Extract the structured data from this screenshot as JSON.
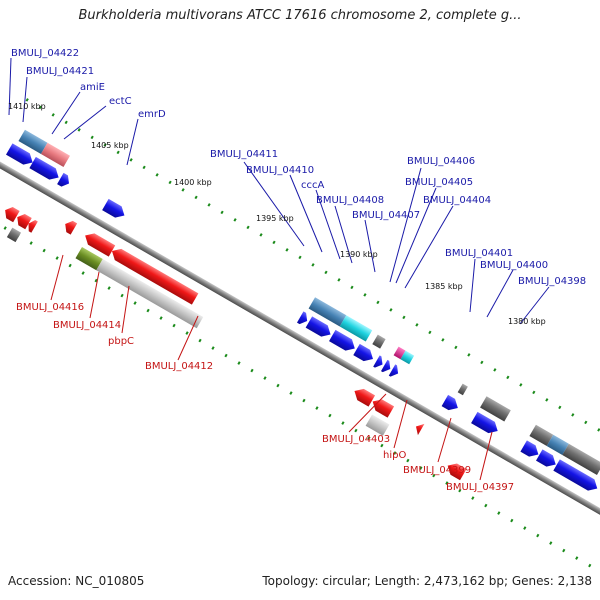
{
  "title": "Burkholderia multivorans ATCC 17616 chromosome 2, complete g...",
  "footer": {
    "accession": "Accession: NC_010805",
    "summary": "Topology: circular; Length: 2,473,162 bp; Genes: 2,138"
  },
  "colors": {
    "forward_cds": "#1010e0",
    "reverse_cds": "#e41a1a",
    "forward_label": "#1a1aa8",
    "reverse_label": "#c41414",
    "backbone": "#808080",
    "tick": "#1a8a1a",
    "rna_steel": "#4682b4",
    "rna_pink": "#e87a80",
    "rna_cyan": "#1fd3e0",
    "rna_magenta": "#e0208c",
    "grey_feature": "#6e6e6e",
    "olive_feature": "#6b8e23",
    "light_grey_feature": "#bcbcbc"
  },
  "scale_labels": [
    {
      "id": "1410",
      "text": "1410 kbp"
    },
    {
      "id": "1405",
      "text": "1405 kbp"
    },
    {
      "id": "1400",
      "text": "1400 kbp"
    },
    {
      "id": "1395",
      "text": "1395 kbp"
    },
    {
      "id": "1390",
      "text": "1390 kbp"
    },
    {
      "id": "1385",
      "text": "1385 kbp"
    },
    {
      "id": "1380",
      "text": "1380 kbp"
    }
  ],
  "forward_labels": [
    {
      "id": "04422",
      "text": "BMULJ_04422"
    },
    {
      "id": "04421",
      "text": "BMULJ_04421"
    },
    {
      "id": "amiE",
      "text": "amiE"
    },
    {
      "id": "ectC",
      "text": "ectC"
    },
    {
      "id": "emrD",
      "text": "emrD"
    },
    {
      "id": "04411",
      "text": "BMULJ_04411"
    },
    {
      "id": "04410",
      "text": "BMULJ_04410"
    },
    {
      "id": "cccA",
      "text": "cccA"
    },
    {
      "id": "04408",
      "text": "BMULJ_04408"
    },
    {
      "id": "04407",
      "text": "BMULJ_04407"
    },
    {
      "id": "04406",
      "text": "BMULJ_04406"
    },
    {
      "id": "04405",
      "text": "BMULJ_04405"
    },
    {
      "id": "04404",
      "text": "BMULJ_04404"
    },
    {
      "id": "04401",
      "text": "BMULJ_04401"
    },
    {
      "id": "04400",
      "text": "BMULJ_04400"
    },
    {
      "id": "04398",
      "text": "BMULJ_04398"
    }
  ],
  "reverse_labels": [
    {
      "id": "04416",
      "text": "BMULJ_04416"
    },
    {
      "id": "04414",
      "text": "BMULJ_04414"
    },
    {
      "id": "pbpC",
      "text": "pbpC"
    },
    {
      "id": "04412",
      "text": "BMULJ_04412"
    },
    {
      "id": "04403",
      "text": "BMULJ_04403"
    },
    {
      "id": "hipO",
      "text": "hipO"
    },
    {
      "id": "04399",
      "text": "BMULJ_04399"
    },
    {
      "id": "04397",
      "text": "BMULJ_04397"
    }
  ]
}
